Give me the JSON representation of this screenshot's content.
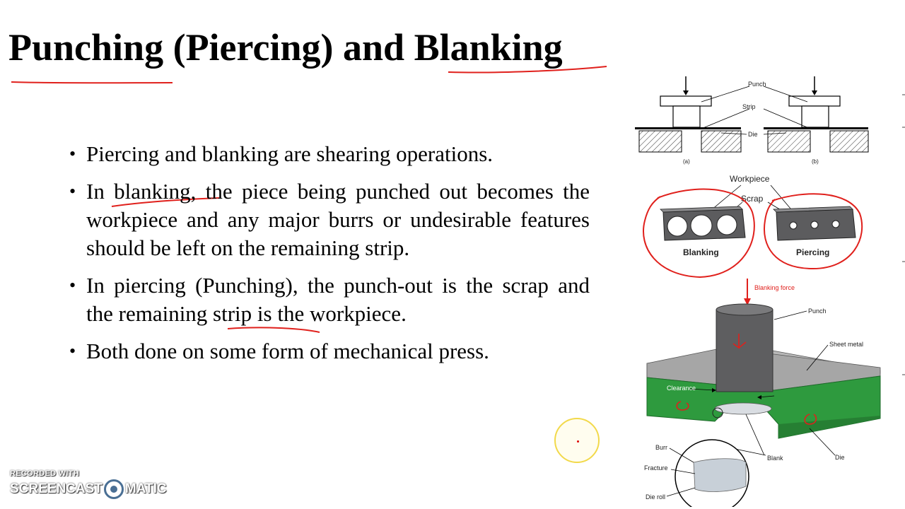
{
  "slide": {
    "title": "Punching (Piercing) and Blanking",
    "bullets": [
      "Piercing and blanking are shearing operations.",
      "In blanking, the piece being punched out becomes the workpiece and any major burrs or undesirable features should be left on the remaining strip.",
      "In piercing (Punching), the punch-out is the scrap and the remaining strip is the workpiece.",
      "Both done on some form of mechanical press."
    ]
  },
  "figure_top": {
    "label_punch": "Punch",
    "label_strip": "Strip",
    "label_die": "Die",
    "caption_a": "(a)",
    "caption_b": "(b)"
  },
  "figure_mid": {
    "label_workpiece": "Workpiece",
    "label_scrap": "Scrap",
    "label_blanking": "Blanking",
    "label_piercing": "Piercing"
  },
  "figure_bottom": {
    "label_force": "Blanking force",
    "label_punch": "Punch",
    "label_sheet": "Sheet metal",
    "label_clearance": "Clearance",
    "label_burr": "Burr",
    "label_fracture": "Fracture",
    "label_blank": "Blank",
    "label_die": "Die",
    "label_dieroll": "Die roll"
  },
  "watermark": {
    "line1": "RECORDED WITH",
    "line2a": "SCREENCAST",
    "line2b": "MATIC"
  },
  "colors": {
    "annotation_red": "#e0201c",
    "die_green": "#2e9a3e",
    "sheet_gray": "#9a9a9a",
    "punch_gray": "#5e5e60"
  }
}
